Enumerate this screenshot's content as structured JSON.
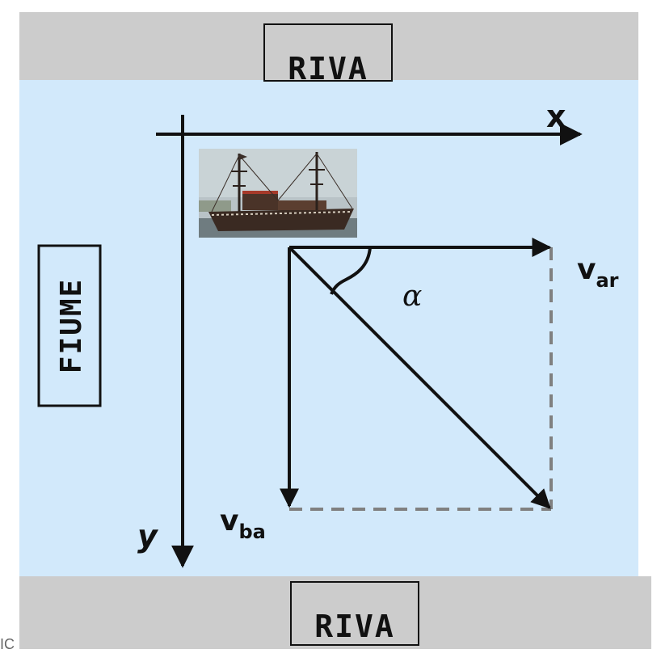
{
  "colors": {
    "bank": "#cccccc",
    "river": "#d2e9fb",
    "ink": "#111111",
    "dashed": "#808080"
  },
  "top_bank": {
    "label": "RIVA"
  },
  "bottom_bank": {
    "label": "RIVA"
  },
  "river": {
    "label": "FIUME"
  },
  "axes": {
    "x_label": "x",
    "y_label": "y"
  },
  "vectors": {
    "v_ar": {
      "symbol": "v",
      "subscript": "ar"
    },
    "v_ba": {
      "symbol": "v",
      "subscript": "ba"
    }
  },
  "angle": {
    "symbol": "α"
  },
  "corner_text": "IC",
  "boat_photo": {
    "subject": "sailing boat on river"
  }
}
